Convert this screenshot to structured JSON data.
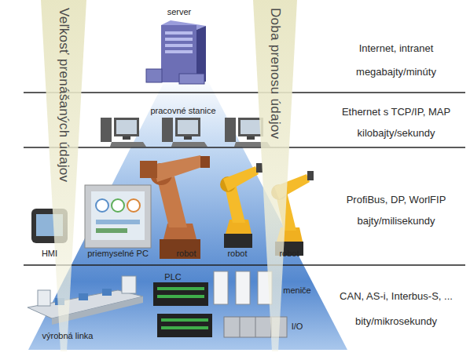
{
  "diagram": {
    "nodes": [
      {
        "text": [
          "Veľkosť prenášaných údajov"
        ]
      },
      {
        "text": [
          "Doba prenosu údajov"
        ]
      },
      {
        "text": [
          "Internet, intranet",
          "megabajty/minúty"
        ]
      },
      {
        "text": [
          "Ethernet s TCP/IP, MAP",
          "kilobajty/sekundy"
        ]
      },
      {
        "text": [
          "ProfiBus, DP, WorlFIP",
          "bajty/milisekundy"
        ]
      },
      {
        "text": [
          "CAN, AS-i, Interbus-S, ...",
          "bity/mikrosekundy"
        ]
      }
    ],
    "labels": [
      "server",
      "pracovné stanice",
      "HMI",
      "priemyselné PC",
      "robot",
      "robot",
      "robot",
      "PLC",
      "meniče",
      "výrobná linka",
      "I/O"
    ]
  }
}
